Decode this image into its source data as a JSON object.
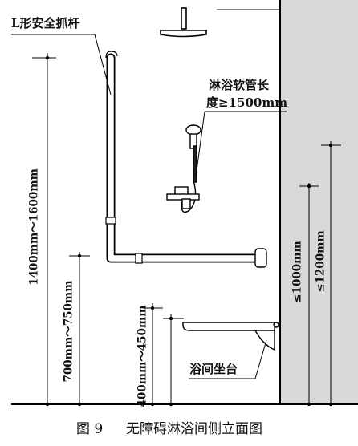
{
  "labels": {
    "grab_bar": "L形安全抓杆",
    "hose_line1": "淋浴软管长",
    "hose_line2": "度≥1500mm",
    "seat": "浴间坐台"
  },
  "dimensions": {
    "grab_bar_height": "1400mm～1600mm",
    "horizontal_bar_height": "700mm～750mm",
    "seat_height": "400mm～450mm",
    "right_lower": "≤1000mm",
    "right_upper": "≤1200mm"
  },
  "caption": {
    "figure_no": "图 9",
    "title": "无障碍淋浴间侧立面图"
  }
}
